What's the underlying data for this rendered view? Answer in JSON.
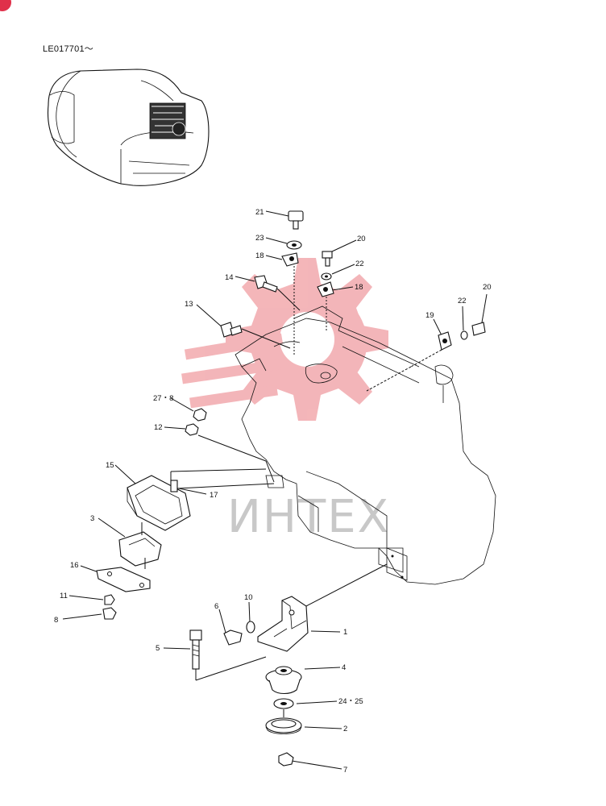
{
  "header": {
    "serial_code": "LE017701～"
  },
  "watermark": {
    "text": "ИНТЕХ",
    "gear_color": "#f2a9ad",
    "text_color": "#c8c8c8"
  },
  "accent_color": "#e0304a",
  "callouts": {
    "c21": "21",
    "c23": "23",
    "c18a": "18",
    "c20a": "20",
    "c22a": "22",
    "c14": "14",
    "c18b": "18",
    "c13": "13",
    "c19": "19",
    "c22b": "22",
    "c20b": "20",
    "c27_8": "27・8",
    "c12": "12",
    "c15": "15",
    "c17": "17",
    "c3": "3",
    "c16": "16",
    "c11": "11",
    "c8": "8",
    "c6": "6",
    "c10": "10",
    "c1": "1",
    "c5": "5",
    "c4": "4",
    "c24_25": "24・25",
    "c2": "2",
    "c7": "7"
  }
}
